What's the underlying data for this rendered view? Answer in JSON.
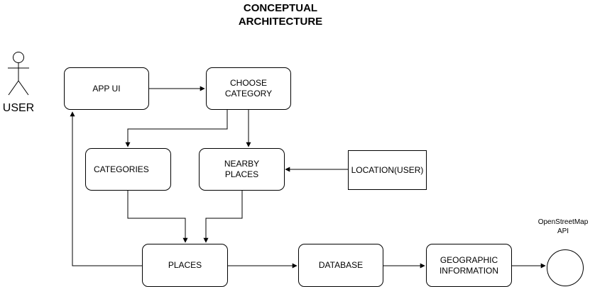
{
  "title": {
    "line1": "CONCEPTUAL",
    "line2": "ARCHITECTURE"
  },
  "actor": {
    "label": "USER"
  },
  "nodes": {
    "app_ui": "APP UI",
    "choose_category": {
      "line1": "CHOOSE",
      "line2": "CATEGORY"
    },
    "categories": "CATEGORIES",
    "nearby_places": {
      "line1": "NEARBY",
      "line2": "PLACES"
    },
    "location_user": "LOCATION(USER)",
    "places": "PLACES",
    "database": "DATABASE",
    "geographic_information": {
      "line1": "GEOGRAPHIC",
      "line2": "INFORMATION"
    }
  },
  "api": {
    "line1": "OpenStreetMap",
    "line2": "API"
  },
  "colors": {
    "stroke": "#000000",
    "background": "#ffffff"
  }
}
